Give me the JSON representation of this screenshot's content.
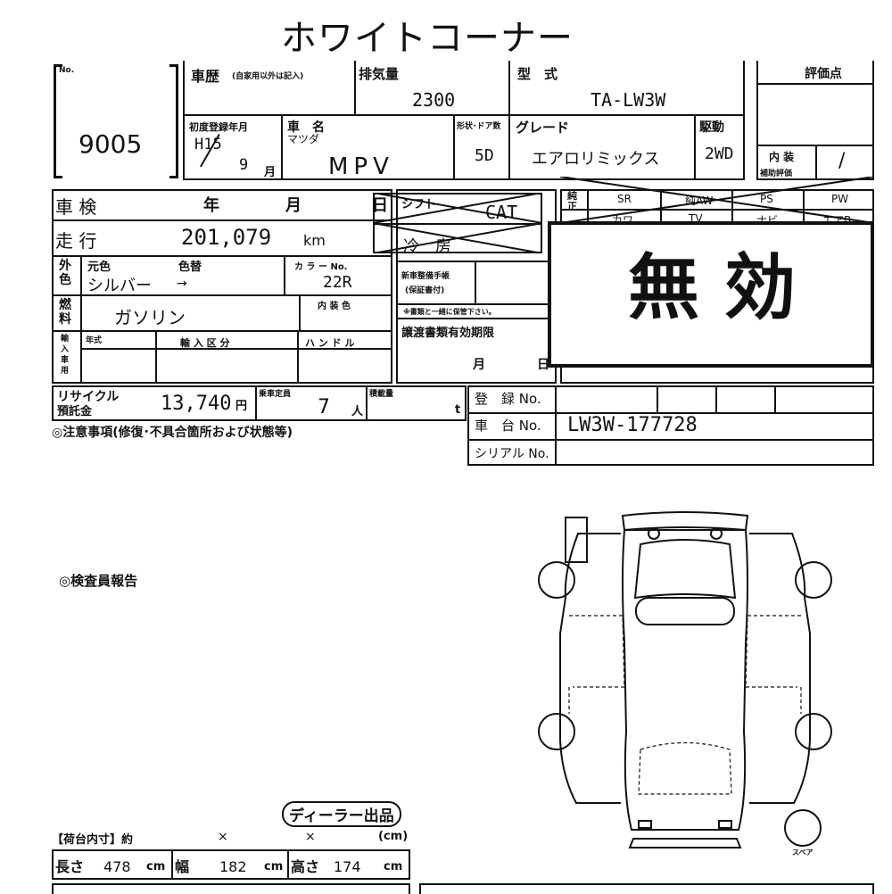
{
  "title": "ホワイトコーナー",
  "lot": {
    "no_label": "No.",
    "number": "9005"
  },
  "history": {
    "label": "車歴",
    "note": "(自家用以外は記入)"
  },
  "displacement": {
    "label": "排気量",
    "value": "2300"
  },
  "model_type": {
    "label": "型　式",
    "value": "TA-LW3W"
  },
  "score": {
    "label": "評価点",
    "interior_label": "内 装",
    "interior_sub": "補助評価",
    "interior_value": "/"
  },
  "first_reg": {
    "label": "初度登録年月",
    "year": "H15",
    "month": "9",
    "month_unit": "月"
  },
  "car_name": {
    "label": "車　名",
    "maker": "マツダ",
    "value": "MPV"
  },
  "doors": {
    "label": "形状･ドア数",
    "value": "5D"
  },
  "grade": {
    "label": "グレード",
    "value": "エアロリミックス"
  },
  "drive": {
    "label": "駆動",
    "value": "2WD"
  },
  "shaken": {
    "label": "車 検",
    "year": "年",
    "month": "月",
    "day": "日"
  },
  "mileage": {
    "label": "走 行",
    "value": "201,079",
    "unit": "km"
  },
  "shift": {
    "label": "シフト",
    "value": "CAT"
  },
  "aircon": {
    "label": "冷　房"
  },
  "equipment": {
    "pure_label": "純正",
    "top": [
      "SR",
      "純AW",
      "PS",
      "PW"
    ],
    "bottom": [
      "カワ",
      "TV",
      "ナビ",
      "エアB"
    ]
  },
  "invalid_stamp": "無 効",
  "exterior": {
    "label": "外色",
    "original_label": "元色",
    "original_value": "シルバー",
    "repaint_label": "色替",
    "arrow": "→"
  },
  "color_no": {
    "label": "カ ラ ー No.",
    "value": "22R"
  },
  "fuel": {
    "label": "燃料",
    "value": "ガソリン"
  },
  "interior_color": {
    "label": "内 装 色"
  },
  "warranty": {
    "label": "新車整備手帳",
    "sub": "(保証書付)",
    "note": "※書類と一緒に保管下さい。"
  },
  "import": {
    "label": "輸入車用",
    "year_label": "年式",
    "class_label": "輸 入 区 分",
    "handle_label": "ハ ン ド ル"
  },
  "transfer_docs": {
    "label": "譲渡書類有効期限",
    "month": "月",
    "day": "日"
  },
  "recycle": {
    "label1": "リサイクル",
    "label2": "預託金",
    "value": "13,740",
    "unit": "円"
  },
  "capacity": {
    "label": "乗車定員",
    "value": "7",
    "unit": "人"
  },
  "load": {
    "label": "積載量",
    "unit": "t"
  },
  "registration_no": {
    "label": "登　録 No."
  },
  "chassis_no": {
    "label": "車　台 No.",
    "value": "LW3W-177728"
  },
  "serial_no": {
    "label": "シリアル No."
  },
  "caution": "◎注意事項(修復･不具合箇所および状態等)",
  "inspector": "◎検査員報告",
  "dealer": "ディーラー出品",
  "cargo": {
    "label": "【荷台内寸】約",
    "x1": "×",
    "x2": "×",
    "unit": "(cm)"
  },
  "dims": {
    "length_label": "長さ",
    "length": "478",
    "width_label": "幅",
    "width": "182",
    "height_label": "高さ",
    "height": "174",
    "unit": "cm"
  },
  "spare_label": "スペア"
}
